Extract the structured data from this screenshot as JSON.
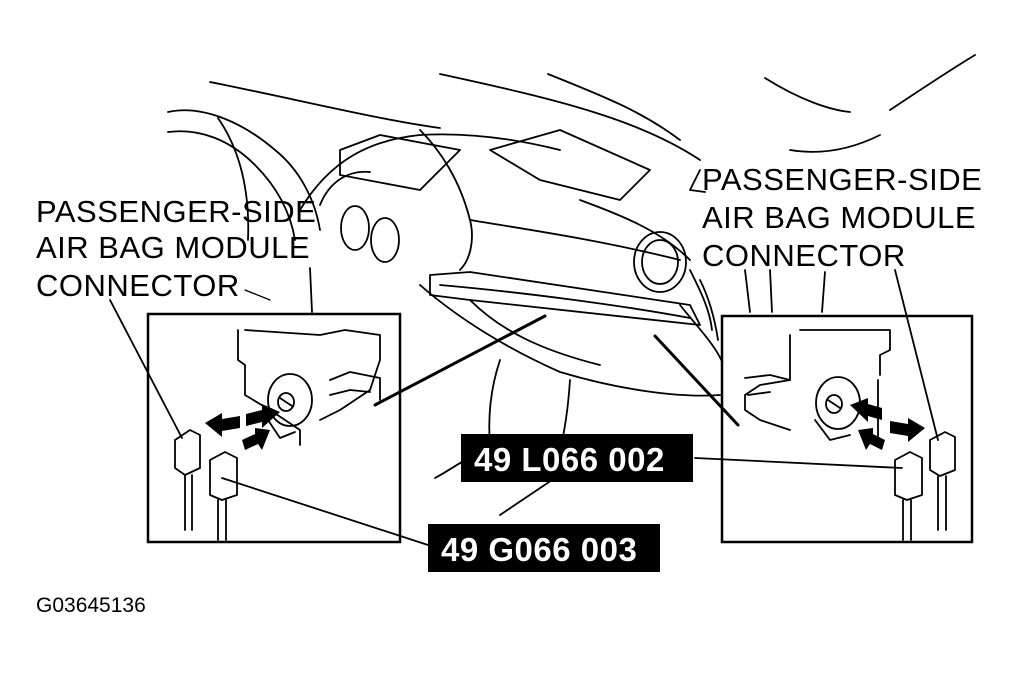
{
  "callouts": {
    "left": [
      "PASSENGER-SIDE",
      "AIR BAG MODULE",
      "CONNECTOR"
    ],
    "right": [
      "PASSENGER-SIDE",
      "AIR BAG MODULE",
      "CONNECTOR"
    ]
  },
  "tools": {
    "tool_1": "49 L066 002",
    "tool_2": "49 G066 003"
  },
  "figure_id": "G03645136"
}
